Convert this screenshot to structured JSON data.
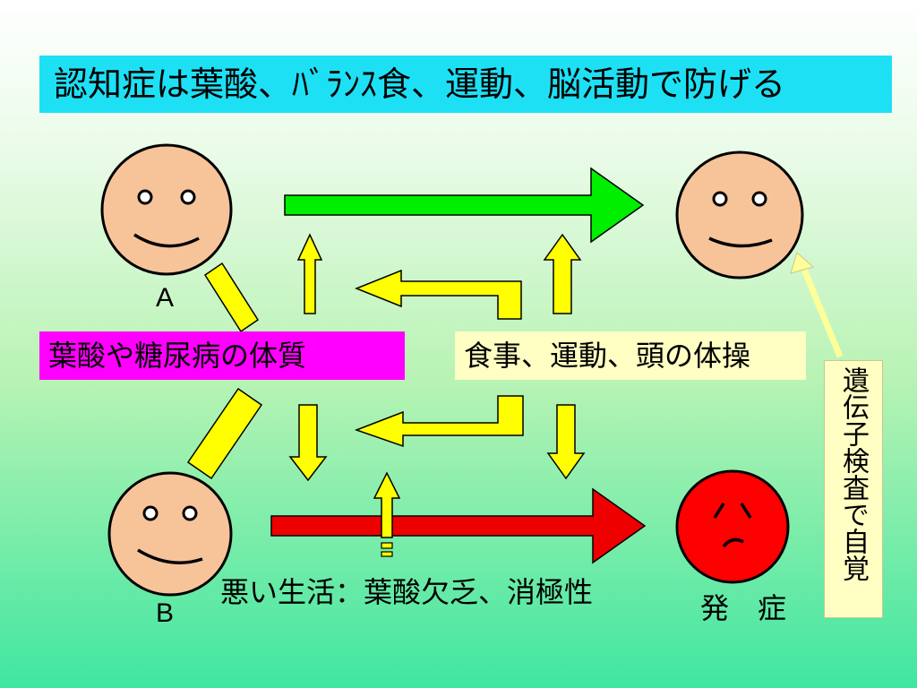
{
  "title": "認知症は葉酸、ﾊﾞﾗﾝｽ食、運動、脳活動で防げる",
  "person_a_label": "A",
  "person_b_label": "B",
  "onset_label": "発　症",
  "predisposition_label": "葉酸や糖尿病の体質",
  "lifestyle_label": "食事、運動、頭の体操",
  "bad_lifestyle_label": "悪い生活：葉酸欠乏、消極性",
  "genetic_test_label": "遺伝子検査で自覚",
  "colors": {
    "title_bg": "#1ee0f5",
    "face": "#f7c49a",
    "sick_face": "#ff0000",
    "good_arrow": "#00ee00",
    "bad_arrow": "#ee0000",
    "yellow_arrow": "#ffff00",
    "predisposition_bg": "#ff00ff",
    "lifestyle_bg": "#ffffc4"
  }
}
